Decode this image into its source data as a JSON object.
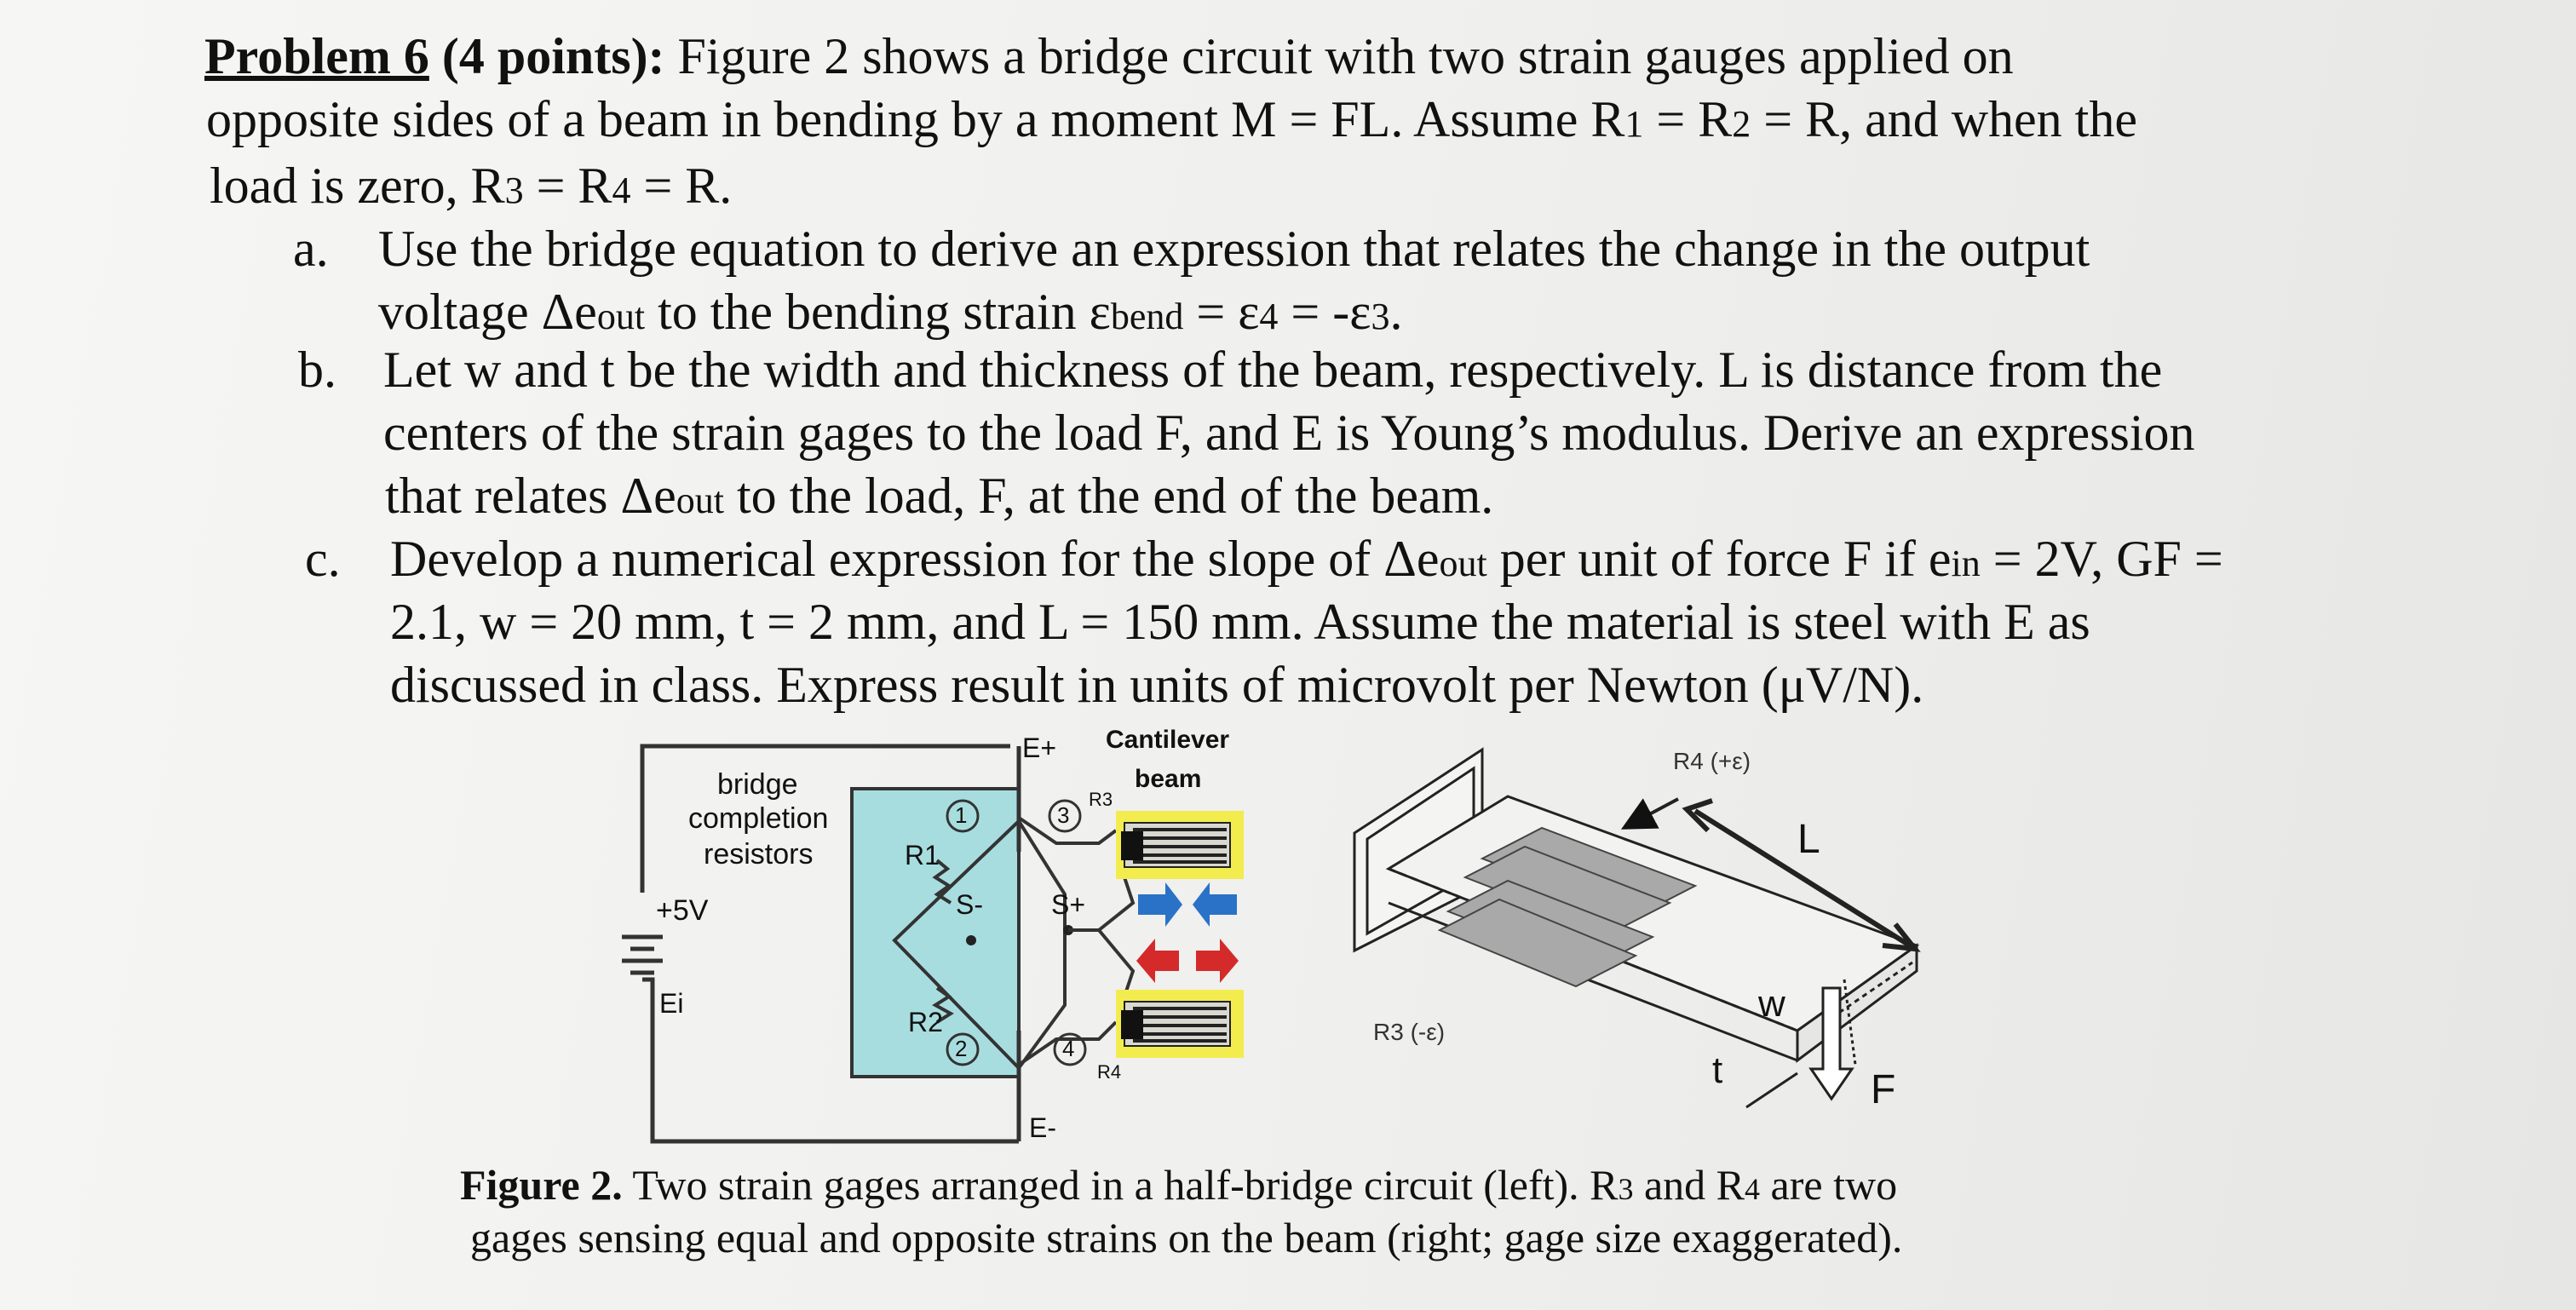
{
  "problem": {
    "heading_label": "Problem 6",
    "points": "(4 points):",
    "line1_rest": "Figure 2 shows a bridge circuit with two strain gauges applied on",
    "line2": "opposite sides of a beam in bending by a moment M = FL. Assume R",
    "line2_sub1": "1",
    "line2_mid": " = R",
    "line2_sub2": "2",
    "line2_end": " = R, and when the",
    "line3_a": "load is zero, R",
    "line3_sub3": "3",
    "line3_b": " = R",
    "line3_sub4": "4",
    "line3_c": " = R."
  },
  "parts": {
    "a": {
      "marker": "a.",
      "line1": "Use the bridge equation to derive an expression that relates the change in the output",
      "line2_a": "voltage Δe",
      "line2_sub_out": "out",
      "line2_b": " to the bending strain ε",
      "line2_sub_bend": "bend",
      "line2_c": " = ε",
      "line2_sub_4": "4",
      "line2_d": " = -ε",
      "line2_sub_3": "3",
      "line2_e": "."
    },
    "b": {
      "marker": "b.",
      "line1": "Let w and t be the width and thickness of the beam, respectively. L is distance from the",
      "line2": "centers of the strain gages to the load F, and E is Young’s modulus. Derive an expression",
      "line3_a": "that relates Δe",
      "line3_sub_out": "out",
      "line3_b": " to the load, F, at the end of the beam."
    },
    "c": {
      "marker": "c.",
      "line1_a": "Develop a numerical expression for the slope of Δe",
      "line1_sub_out": "out",
      "line1_b": " per unit of force F if e",
      "line1_sub_in": "in",
      "line1_c": " = 2V, GF =",
      "line2": "2.1, w = 20 mm, t = 2 mm, and L = 150 mm. Assume the material is steel with E as",
      "line3": "discussed in class. Express result in units of microvolt per Newton (μV/N)."
    }
  },
  "figure": {
    "circuit": {
      "e_plus": "E+",
      "e_minus": "E-",
      "cantilever_line1": "Cantilever",
      "cantilever_line2": "beam",
      "bridge_line1": "bridge",
      "bridge_line2": "completion",
      "bridge_line3": "resistors",
      "supply": "+5V",
      "ei": "Ei",
      "r1": "R1",
      "r2": "R2",
      "r3": "R3",
      "r4": "R4",
      "s_minus": "S-",
      "s_plus": "S+",
      "node1": "1",
      "node2": "2",
      "node3": "3",
      "node4": "4"
    },
    "beam": {
      "r4_label": "R4 (+ε)",
      "r3_label": "R3 (-ε)",
      "L": "L",
      "w": "w",
      "t": "t",
      "F": "F"
    },
    "colors": {
      "bridge_box": "#a8dde0",
      "gauge_yellow": "#f2ec4e",
      "arrow_blue": "#2a72c8",
      "arrow_red": "#d42a2a",
      "gauge_grey": "#a9a9a9"
    }
  },
  "caption": {
    "label": "Figure 2.",
    "line1_a": " Two strain gages arranged in a half-bridge circuit (left). R",
    "line1_sub3": "3",
    "line1_b": " and R",
    "line1_sub4": "4",
    "line1_c": " are two",
    "line2": "gages sensing equal and opposite strains on the beam (right; gage size exaggerated)."
  }
}
